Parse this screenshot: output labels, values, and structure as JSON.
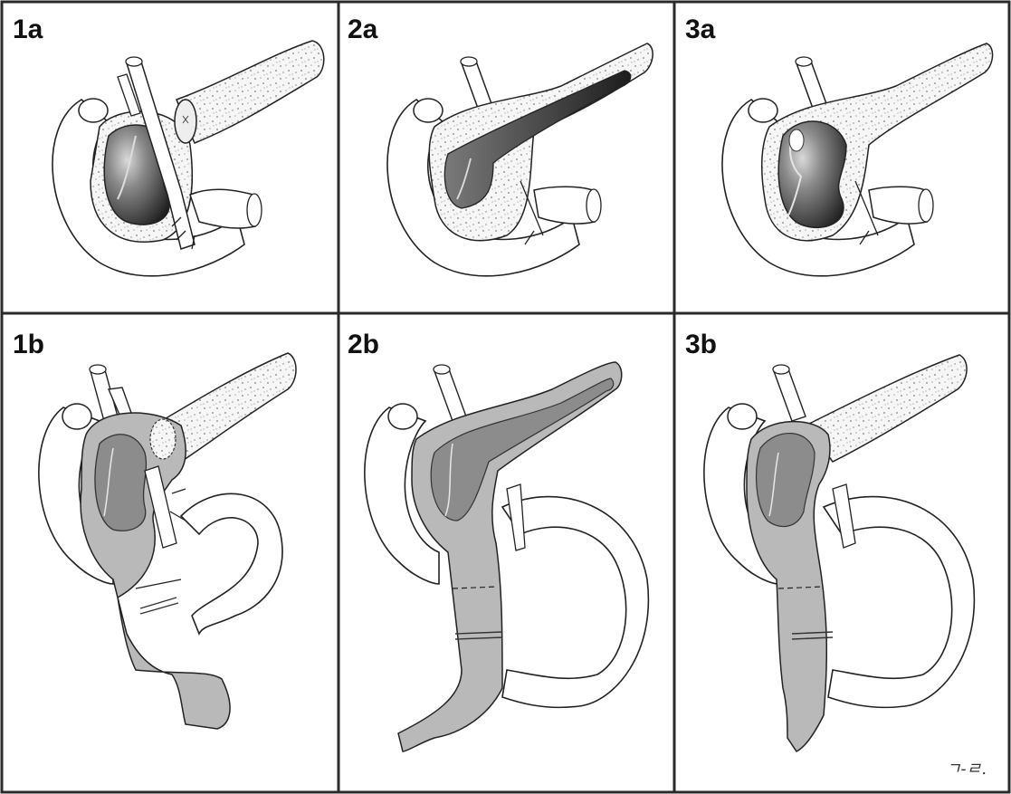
{
  "figure": {
    "panels": [
      {
        "id": "1a",
        "label": "1a"
      },
      {
        "id": "2a",
        "label": "2a"
      },
      {
        "id": "3a",
        "label": "3a"
      },
      {
        "id": "1b",
        "label": "1b"
      },
      {
        "id": "2b",
        "label": "2b"
      },
      {
        "id": "3b",
        "label": "3b"
      }
    ],
    "signature": "ㄱ-ㄹ.",
    "colors": {
      "border": "#2a2a2a",
      "stomach_fill": "#b9b9b9",
      "cavity_dark": "#2b2b2b",
      "gland_fill": "#f4f4f4",
      "line": "#222222"
    }
  }
}
